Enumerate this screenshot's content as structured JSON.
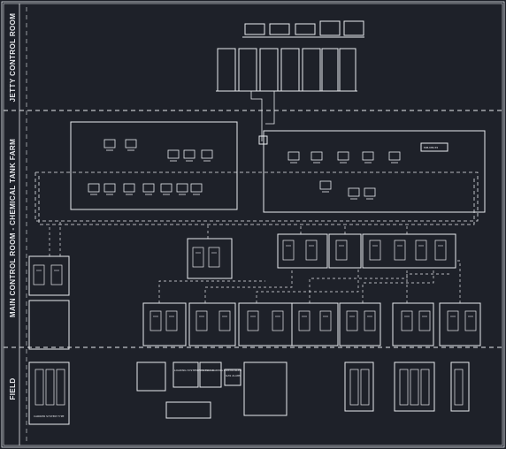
{
  "zones": {
    "jetty": "JETTY CONTROL ROOM",
    "main": "MAIN CONTROL ROOM - CHEMICAL TANK FARM",
    "field": "FIELD"
  },
  "annotations": {
    "field_left_cabinet": "CARRIER SYSTEM TYPE",
    "truck_loading": "LOADING SYSTEM FOR TRUCK",
    "truck_loading_2": "TRUCK LOADING CONTROLLER",
    "gas_alarm": "GAS ALARM",
    "tag": "MM-MM-55"
  },
  "colors": {
    "background": "#1e2129",
    "line": "#e8eaee"
  }
}
